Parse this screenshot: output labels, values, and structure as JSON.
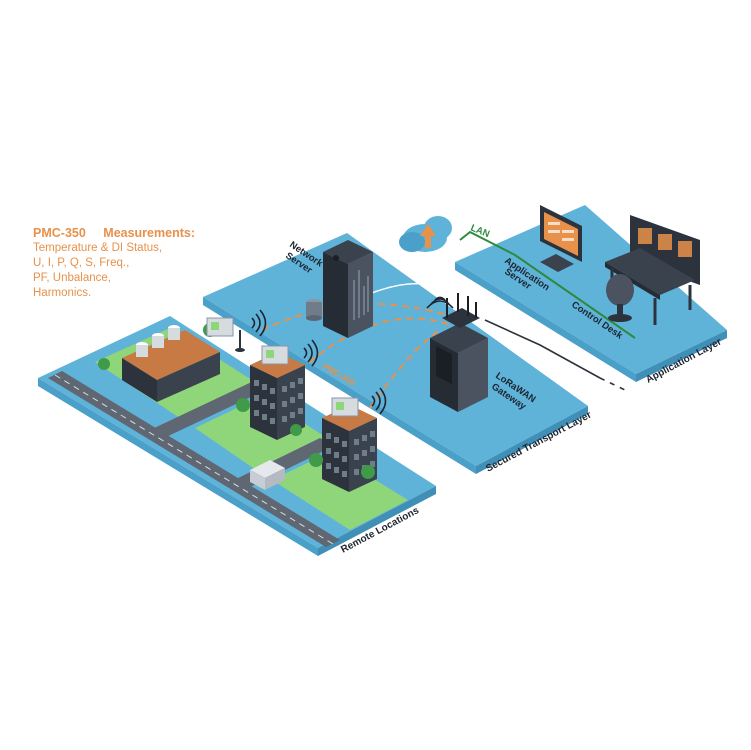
{
  "info": {
    "device": "PMC-350",
    "heading": "Measurements:",
    "lines": [
      "Temperature & DI Status,",
      "U, I, P, Q, S, Freq.,",
      "PF, Unbalance,",
      "Harmonics."
    ]
  },
  "labels": {
    "remote_locations": "Remote Locations",
    "secured_transport_layer": "Secured Transport Layer",
    "application_layer": "Application Layer",
    "network_server": [
      "Network",
      "Server"
    ],
    "lorawan_gateway": [
      "LoRaWAN",
      "Gateway"
    ],
    "application_server": [
      "Application",
      "Server"
    ],
    "control_desk": "Control Desk",
    "internet": "Internet",
    "lan": "LAN",
    "pmc_tag": "PMC-350"
  },
  "colors": {
    "platform": "#5fb3d9",
    "platform_edge": "#3f8fb6",
    "grass": "#8fd67a",
    "road": "#5f6773",
    "building_orange": "#c87a45",
    "building_dark": "#2c333d",
    "accent_orange": "#e8914a",
    "lan_green": "#2d8a3e"
  }
}
